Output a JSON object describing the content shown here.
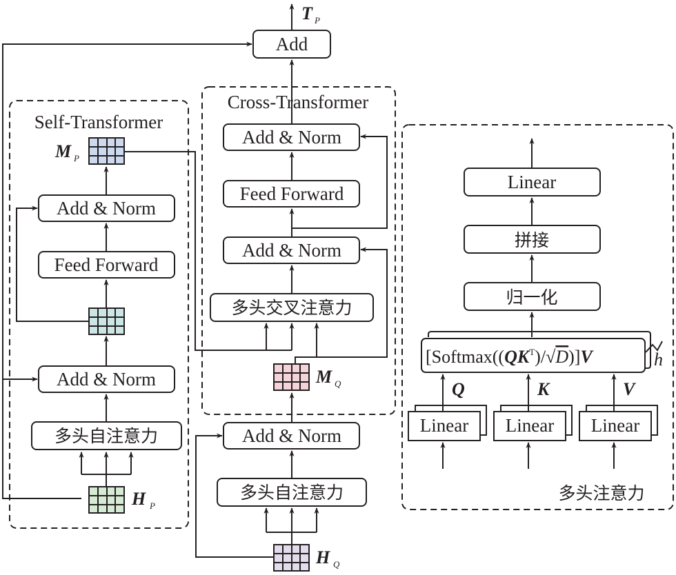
{
  "diagram": {
    "output": {
      "symbol": "T",
      "subscript": "P"
    },
    "top_add": {
      "label": "Add"
    },
    "self_transformer": {
      "title": "Self-Transformer",
      "output_matrix": {
        "symbol": "M",
        "subscript": "P",
        "color": "#ccd9ee"
      },
      "add_norm_top": "Add & Norm",
      "feed_forward": "Feed Forward",
      "mid_matrix_color": "#cce6e6",
      "add_norm_bottom": "Add & Norm",
      "attention": "多头自注意力",
      "input_matrix": {
        "symbol": "H",
        "subscript": "P",
        "color": "#d6ebd3"
      }
    },
    "cross_transformer": {
      "title": "Cross-Transformer",
      "add_norm_top": "Add & Norm",
      "feed_forward": "Feed Forward",
      "add_norm_mid": "Add & Norm",
      "attention": "多头交叉注意力",
      "query_matrix": {
        "symbol": "M",
        "subscript": "Q",
        "color": "#f4d3d9"
      }
    },
    "query_branch": {
      "add_norm": "Add & Norm",
      "attention": "多头自注意力",
      "input_matrix": {
        "symbol": "H",
        "subscript": "Q",
        "color": "#e3dcec"
      }
    },
    "multi_head_attention": {
      "title": "多头注意力",
      "linear_out": "Linear",
      "concat": "拼接",
      "normalize": "归一化",
      "formula": {
        "prefix": "[Softmax((",
        "q": "Q",
        "k": "K",
        "sup": "T",
        "mid": ")/",
        "sqrt_arg": "D",
        "suffix": ")]",
        "v": "V"
      },
      "heads_label": "h",
      "inputs": [
        {
          "symbol": "Q",
          "linear": "Linear"
        },
        {
          "symbol": "K",
          "linear": "Linear"
        },
        {
          "symbol": "V",
          "linear": "Linear"
        }
      ]
    }
  }
}
